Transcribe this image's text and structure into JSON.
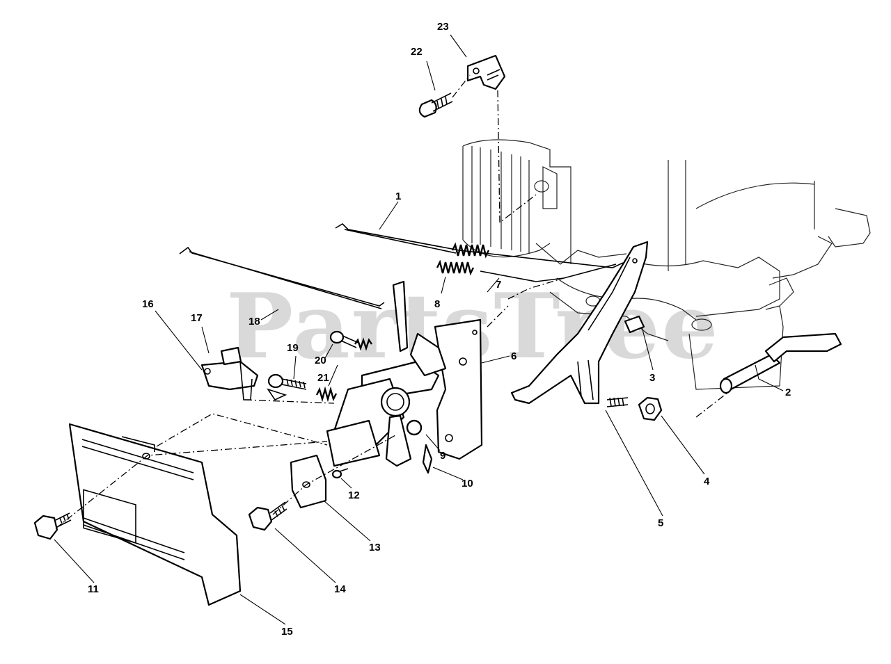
{
  "watermark": "PartsTree",
  "callouts": [
    {
      "id": "1",
      "text": "1"
    },
    {
      "id": "2",
      "text": "2"
    },
    {
      "id": "3",
      "text": "3"
    },
    {
      "id": "4",
      "text": "4"
    },
    {
      "id": "5",
      "text": "5"
    },
    {
      "id": "6",
      "text": "6"
    },
    {
      "id": "7",
      "text": "7"
    },
    {
      "id": "8",
      "text": "8"
    },
    {
      "id": "9",
      "text": "9"
    },
    {
      "id": "10",
      "text": "10"
    },
    {
      "id": "11",
      "text": "11"
    },
    {
      "id": "12",
      "text": "12"
    },
    {
      "id": "13",
      "text": "13"
    },
    {
      "id": "14",
      "text": "14"
    },
    {
      "id": "15",
      "text": "15"
    },
    {
      "id": "16",
      "text": "16"
    },
    {
      "id": "17",
      "text": "17"
    },
    {
      "id": "18",
      "text": "18"
    },
    {
      "id": "19",
      "text": "19"
    },
    {
      "id": "20",
      "text": "20"
    },
    {
      "id": "21",
      "text": "21"
    },
    {
      "id": "22",
      "text": "22"
    },
    {
      "id": "23",
      "text": "23"
    }
  ]
}
